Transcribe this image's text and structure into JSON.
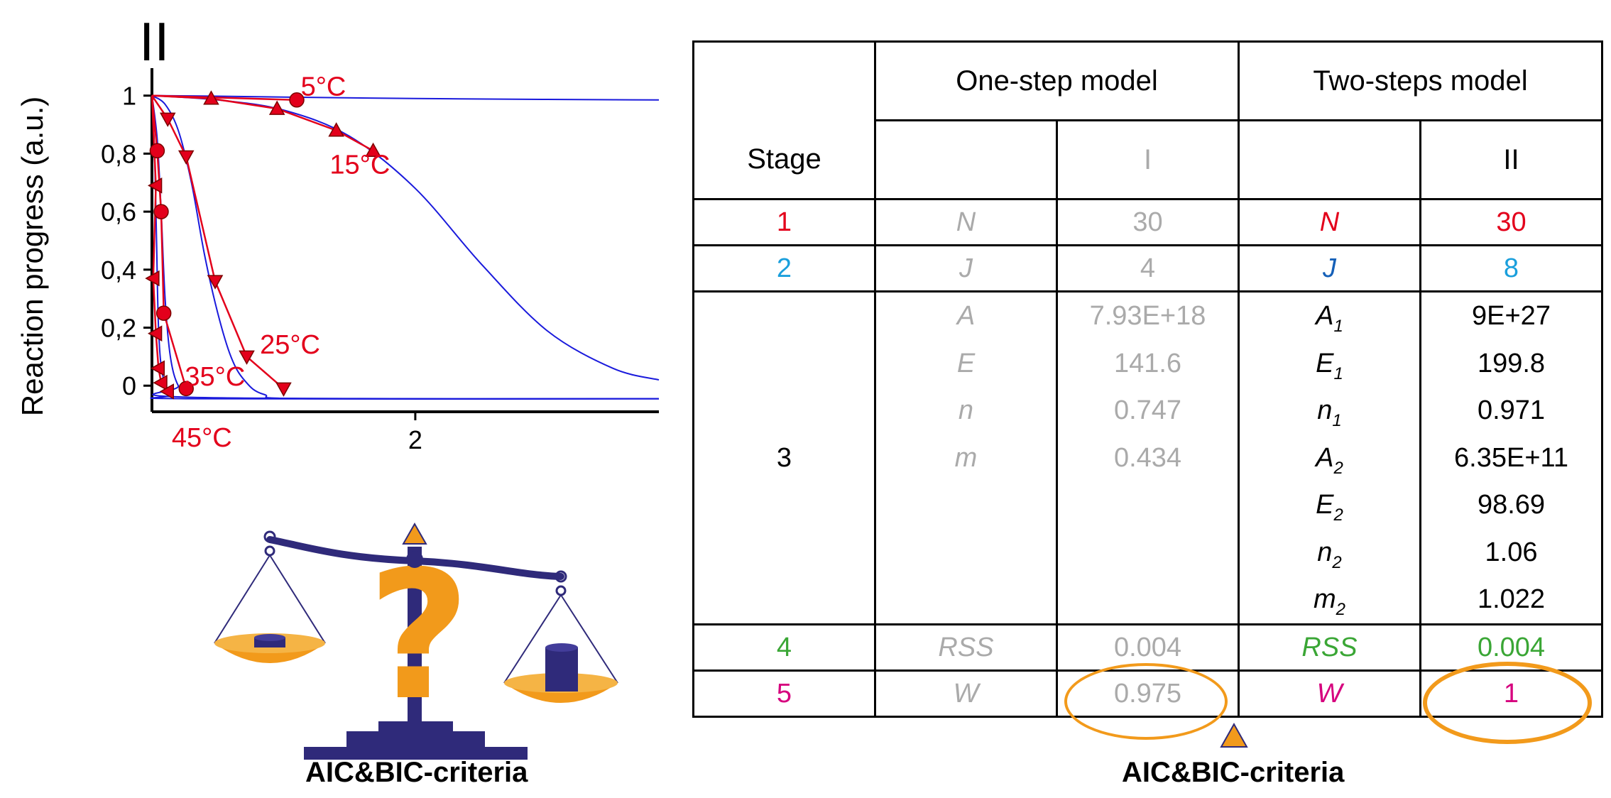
{
  "panel_label": "II",
  "chart_data": {
    "type": "line",
    "ylabel": "Reaction progress (a.u.)",
    "xlabel": "",
    "y_ticks": [
      "1",
      "0,8",
      "0,6",
      "0,4",
      "0,2",
      "0"
    ],
    "y_tick_values": [
      1,
      0.8,
      0.6,
      0.4,
      0.2,
      0
    ],
    "x_ticks": [
      "2"
    ],
    "x_tick_values": [
      2
    ],
    "xlim": [
      0,
      3.85
    ],
    "ylim": [
      -0.09,
      1.08
    ],
    "series": [
      {
        "name": "5°C",
        "marker": "circle",
        "points": [
          [
            1.1,
            0.985
          ]
        ],
        "fit": [
          [
            0,
            1
          ],
          [
            0.5,
            0.998
          ],
          [
            1,
            0.995
          ],
          [
            2,
            0.99
          ],
          [
            3,
            0.987
          ],
          [
            3.85,
            0.985
          ]
        ]
      },
      {
        "name": "15°C",
        "marker": "triangle-up",
        "points": [
          [
            0.45,
            0.99
          ],
          [
            0.95,
            0.955
          ],
          [
            1.4,
            0.88
          ],
          [
            1.68,
            0.81
          ]
        ],
        "fit": [
          [
            0,
            1
          ],
          [
            0.5,
            0.985
          ],
          [
            1,
            0.95
          ],
          [
            1.5,
            0.86
          ],
          [
            2.0,
            0.68
          ],
          [
            2.5,
            0.42
          ],
          [
            3.0,
            0.19
          ],
          [
            3.5,
            0.06
          ],
          [
            3.85,
            0.02
          ]
        ]
      },
      {
        "name": "25°C",
        "marker": "triangle-down",
        "points": [
          [
            0.12,
            0.92
          ],
          [
            0.26,
            0.79
          ],
          [
            0.48,
            0.36
          ],
          [
            0.72,
            0.1
          ],
          [
            1.0,
            -0.01
          ]
        ],
        "fit": [
          [
            0,
            1
          ],
          [
            0.1,
            0.97
          ],
          [
            0.2,
            0.88
          ],
          [
            0.3,
            0.7
          ],
          [
            0.4,
            0.45
          ],
          [
            0.5,
            0.25
          ],
          [
            0.6,
            0.1
          ],
          [
            0.7,
            0.02
          ],
          [
            0.85,
            -0.03
          ],
          [
            1.2,
            -0.045
          ],
          [
            3.85,
            -0.045
          ]
        ]
      },
      {
        "name": "35°C",
        "marker": "circle",
        "points": [
          [
            0.04,
            0.81
          ],
          [
            0.07,
            0.6
          ],
          [
            0.09,
            0.25
          ],
          [
            0.26,
            -0.01
          ]
        ],
        "fit": [
          [
            0,
            1
          ],
          [
            0.04,
            0.85
          ],
          [
            0.07,
            0.6
          ],
          [
            0.1,
            0.3
          ],
          [
            0.14,
            0.1
          ],
          [
            0.2,
            0.0
          ],
          [
            0.3,
            -0.04
          ],
          [
            3.85,
            -0.045
          ]
        ]
      },
      {
        "name": "45°C",
        "marker": "triangle-left",
        "points": [
          [
            0.03,
            0.69
          ],
          [
            0.01,
            0.37
          ],
          [
            0.03,
            0.18
          ],
          [
            0.05,
            0.06
          ],
          [
            0.07,
            0.01
          ],
          [
            0.12,
            -0.02
          ]
        ],
        "fit": [
          [
            0,
            1
          ],
          [
            0.02,
            0.8
          ],
          [
            0.035,
            0.5
          ],
          [
            0.05,
            0.2
          ],
          [
            0.08,
            0.04
          ],
          [
            0.15,
            -0.03
          ],
          [
            0.3,
            -0.045
          ],
          [
            3.85,
            -0.045
          ]
        ]
      }
    ],
    "series_color": "#e3001b",
    "fit_color": "#1a1adc"
  },
  "table": {
    "header": {
      "stage": "Stage",
      "one_step": "One-step model",
      "two_steps": "Two-steps model",
      "one_step_sub": "I",
      "two_steps_sub": "II"
    },
    "row1": {
      "stage": "1",
      "p1": "N",
      "v1": "30",
      "p2": "N",
      "v2": "30"
    },
    "row2": {
      "stage": "2",
      "p1": "J",
      "v1": "4",
      "p2": "J",
      "v2": "8"
    },
    "row3": {
      "stage": "3",
      "one_params": [
        "A",
        "E",
        "n",
        "m"
      ],
      "one_values": [
        "7.93E+18",
        "141.6",
        "0.747",
        "0.434"
      ],
      "two_params": [
        {
          "base": "A",
          "sub": "1"
        },
        {
          "base": "E",
          "sub": "1"
        },
        {
          "base": "n",
          "sub": "1"
        },
        {
          "base": "A",
          "sub": "2"
        },
        {
          "base": "E",
          "sub": "2"
        },
        {
          "base": "n",
          "sub": "2"
        },
        {
          "base": "m",
          "sub": "2"
        }
      ],
      "two_values": [
        "9E+27",
        "199.8",
        "0.971",
        "6.35E+11",
        "98.69",
        "1.06",
        "1.022"
      ]
    },
    "row4": {
      "stage": "4",
      "p1": "RSS",
      "v1": "0.004",
      "p2": "RSS",
      "v2": "0.004"
    },
    "row5": {
      "stage": "5",
      "p1": "W",
      "v1": "0.975",
      "p2": "W",
      "v2": "1"
    }
  },
  "criteria_label_left": "AIC&BIC-criteria",
  "criteria_label_right": "AIC&BIC-criteria",
  "colors": {
    "accent_orange": "#f29a1b",
    "scale_navy": "#2f2a7a",
    "red": "#e3001b",
    "cyan": "#1a9fdc",
    "blue": "#1560b8",
    "green": "#3aa635",
    "magenta": "#d6007e",
    "gray": "#aaaaaa"
  }
}
